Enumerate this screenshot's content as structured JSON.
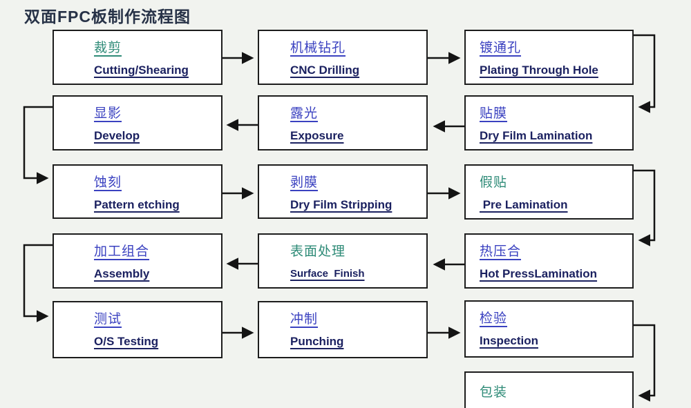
{
  "title": "双面FPC板制作流程图",
  "colors": {
    "teal_accent": "#2e8b77",
    "blue_accent": "#3a41c0",
    "english_navy": "#1b2160",
    "line_black": "#141414",
    "background": "#f1f3ef",
    "box_fill": "#ffffff"
  },
  "boxes": [
    {
      "zh": "裁剪",
      "en": "Cutting/Shearing"
    },
    {
      "zh": "机械钻孔",
      "en": "CNC Drilling"
    },
    {
      "zh": "镀通孔",
      "en": "Plating Through Hole"
    },
    {
      "zh": "显影",
      "en": "Develop"
    },
    {
      "zh": "露光",
      "en": "Exposure"
    },
    {
      "zh": "贴膜",
      "en": "Dry Film Lamination"
    },
    {
      "zh": "蚀刻",
      "en": "Pattern etching"
    },
    {
      "zh": "剥膜",
      "en": "Dry Film Stripping"
    },
    {
      "zh": "假贴",
      "en": " Pre Lamination"
    },
    {
      "zh": "加工组合",
      "en": "Assembly"
    },
    {
      "zh": "表面处理",
      "en": "Surface  Finish"
    },
    {
      "zh": "热压合",
      "en": "Hot PressLamination"
    },
    {
      "zh": "测试",
      "en": "O/S Testing"
    },
    {
      "zh": "冲制",
      "en": "Punching"
    },
    {
      "zh": "检验",
      "en": "Inspection"
    },
    {
      "zh": "包装",
      "en": ""
    }
  ]
}
